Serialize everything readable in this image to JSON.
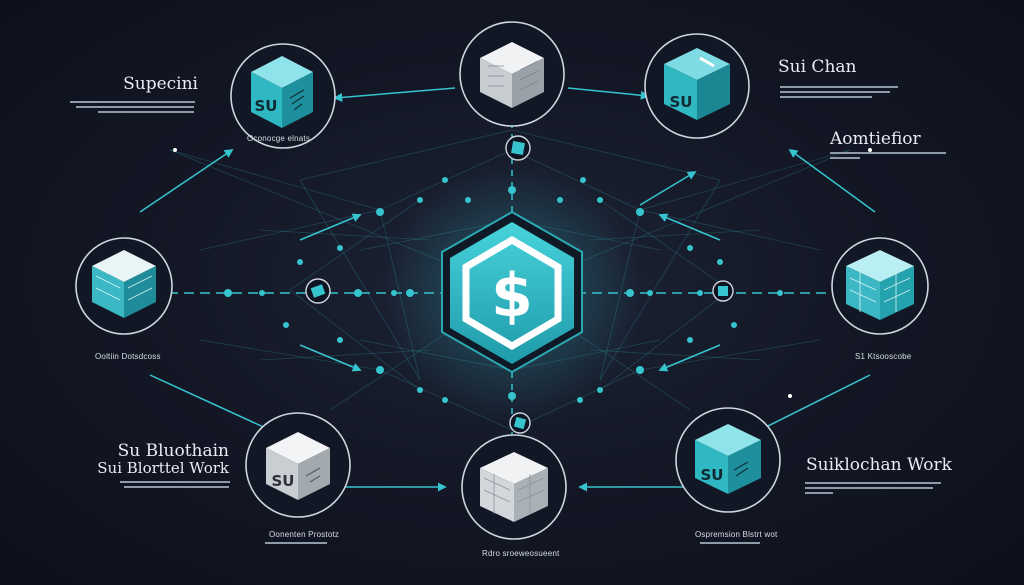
{
  "labels": {
    "top_left_title": "Supecini",
    "top_left_caption": "Oconocge elnats",
    "top_right_title": "Sui Chan",
    "right_mid_title": "Aomtiefior",
    "left_mid_caption": "Ooltiin Dotsdcoss",
    "right_mid_caption": "S1 Ktsooscobe",
    "bottom_left_title_1": "Su Bluothain",
    "bottom_left_title_2": "Sui Blorttel Work",
    "bottom_left_caption": "Oonenten Prostotz",
    "bottom_center_caption": "Rdro sroeweosueent",
    "bottom_right_title": "Suiklochan Work",
    "bottom_right_caption": "Ospremsion Blstrt wot"
  },
  "block_text": {
    "top_left_block": "SU",
    "bottom_left_block": "SU",
    "top_right_block": "SU",
    "bottom_right_block": "SU"
  },
  "center_icon": "dollar-sign-icon",
  "colors": {
    "accent": "#36c4cf",
    "accent_dark": "#1a7d8a",
    "node_ring": "#cfd6de",
    "background": "#141826"
  }
}
